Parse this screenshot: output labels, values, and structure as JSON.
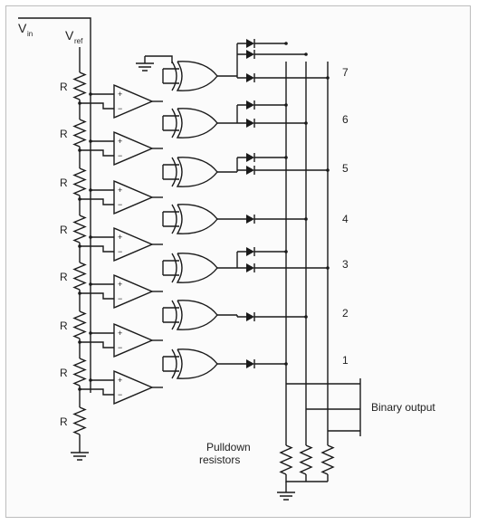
{
  "labels": {
    "vin": "V",
    "vin_sub": "in",
    "vref": "V",
    "vref_sub": "ref",
    "resistor": "R",
    "plus": "+",
    "minus": "−",
    "binary_output": "Binary output",
    "pulldown_line1": "Pulldown",
    "pulldown_line2": "resistors"
  },
  "outputs": [
    "7",
    "6",
    "5",
    "4",
    "3",
    "2",
    "1"
  ],
  "colors": {
    "wire": "#1a1a1a",
    "frame": "#bdbdbd",
    "background": "#fbfbfb"
  }
}
